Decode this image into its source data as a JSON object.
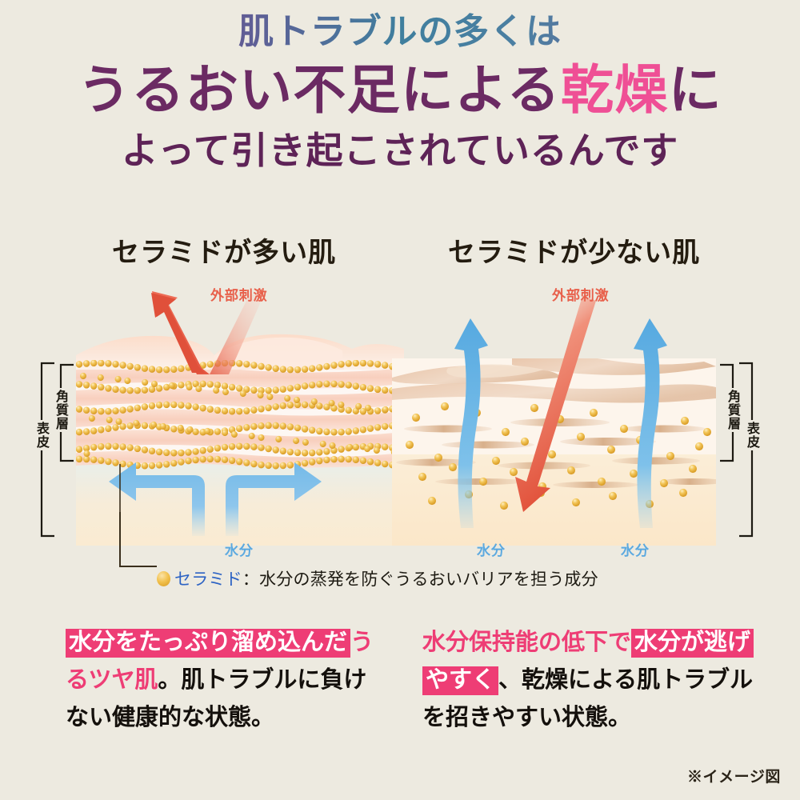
{
  "headline": {
    "line1": "肌トラブルの多くは",
    "line2_a": "うるおい不足による",
    "line2_b": "乾燥",
    "line2_c": "に",
    "line3": "よって引き起こされているんです"
  },
  "panels": {
    "left": {
      "title": "セラミドが多い肌",
      "stimulus_label": "外部刺激",
      "water_label": "水分",
      "bracket_inner": "角質層",
      "bracket_outer": "表皮"
    },
    "right": {
      "title": "セラミドが少ない肌",
      "stimulus_label": "外部刺激",
      "water_label_1": "水分",
      "water_label_2": "水分",
      "bracket_inner": "角質層",
      "bracket_outer": "表皮"
    }
  },
  "legend": {
    "term": "セラミド",
    "separator": "：",
    "description": "水分の蒸発を防ぐうるおいバリアを担う成分"
  },
  "copy": {
    "left": [
      {
        "text": "水分をたっぷり溜め込んだ",
        "style": "highlight"
      },
      {
        "text": "うるツヤ肌",
        "style": "pink"
      },
      {
        "text": "。肌トラブルに負けない健康的な状態。",
        "style": "black"
      }
    ],
    "right": [
      {
        "text": "水分保持能の低下で",
        "style": "pink"
      },
      {
        "text": "水分が逃げやすく",
        "style": "highlight"
      },
      {
        "text": "、乾燥による肌トラブルを招きやすい状態。",
        "style": "black"
      }
    ]
  },
  "footnote": "※イメージ図",
  "colors": {
    "background": "#edeae0",
    "accent_pink": "#ee3d75",
    "headline_purple": "#6b2a63",
    "stimulus_red": "#e8604b",
    "water_blue": "#5ba9e0",
    "ceramide_gold": "#f2c24f",
    "legend_blue": "#2d63c4"
  }
}
